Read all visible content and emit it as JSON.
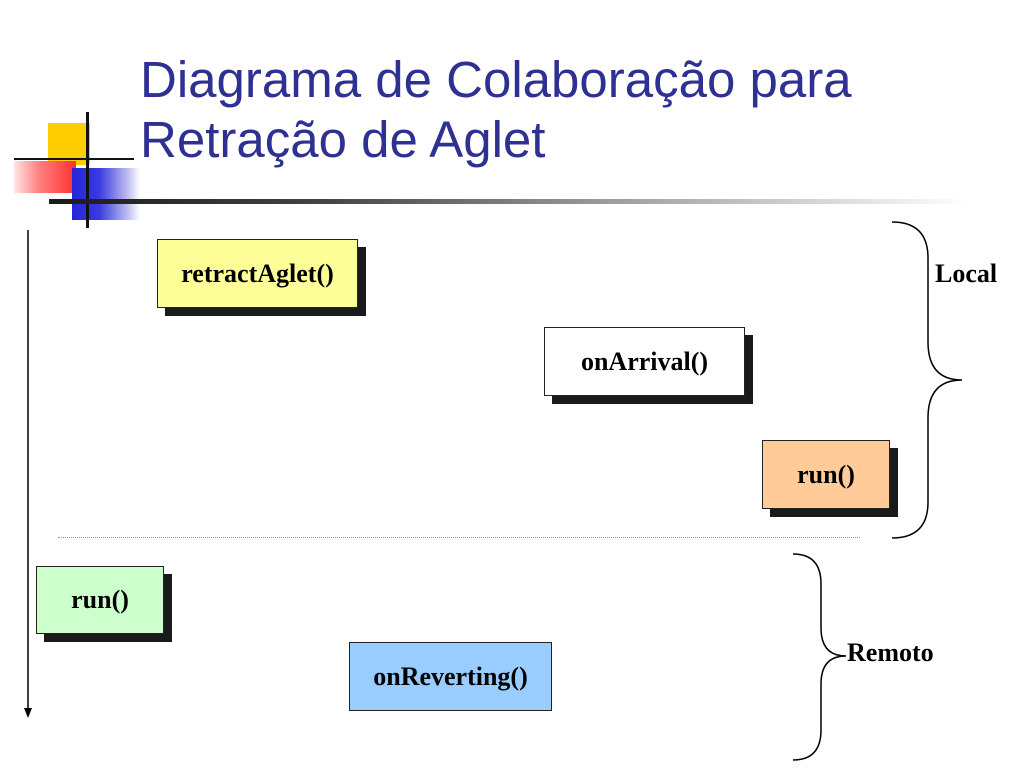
{
  "slide": {
    "title_lines": [
      "Diagrama de Colaboração para",
      "Retração de Aglet"
    ]
  },
  "diagram": {
    "boxes": {
      "retract_aglet": "retractAglet()",
      "on_arrival": "onArrival()",
      "run_local": "run()",
      "run_remote": "run()",
      "on_reverting": "onReverting()"
    },
    "groups": {
      "local": "Local",
      "remote": "Remoto"
    }
  },
  "colors": {
    "title": "#2e3192",
    "retract_aglet_fill": "#ffff99",
    "on_arrival_fill": "#ffffff",
    "run_local_fill": "#ffcc99",
    "run_remote_fill": "#ccffcc",
    "on_reverting_fill": "#99ccff"
  }
}
